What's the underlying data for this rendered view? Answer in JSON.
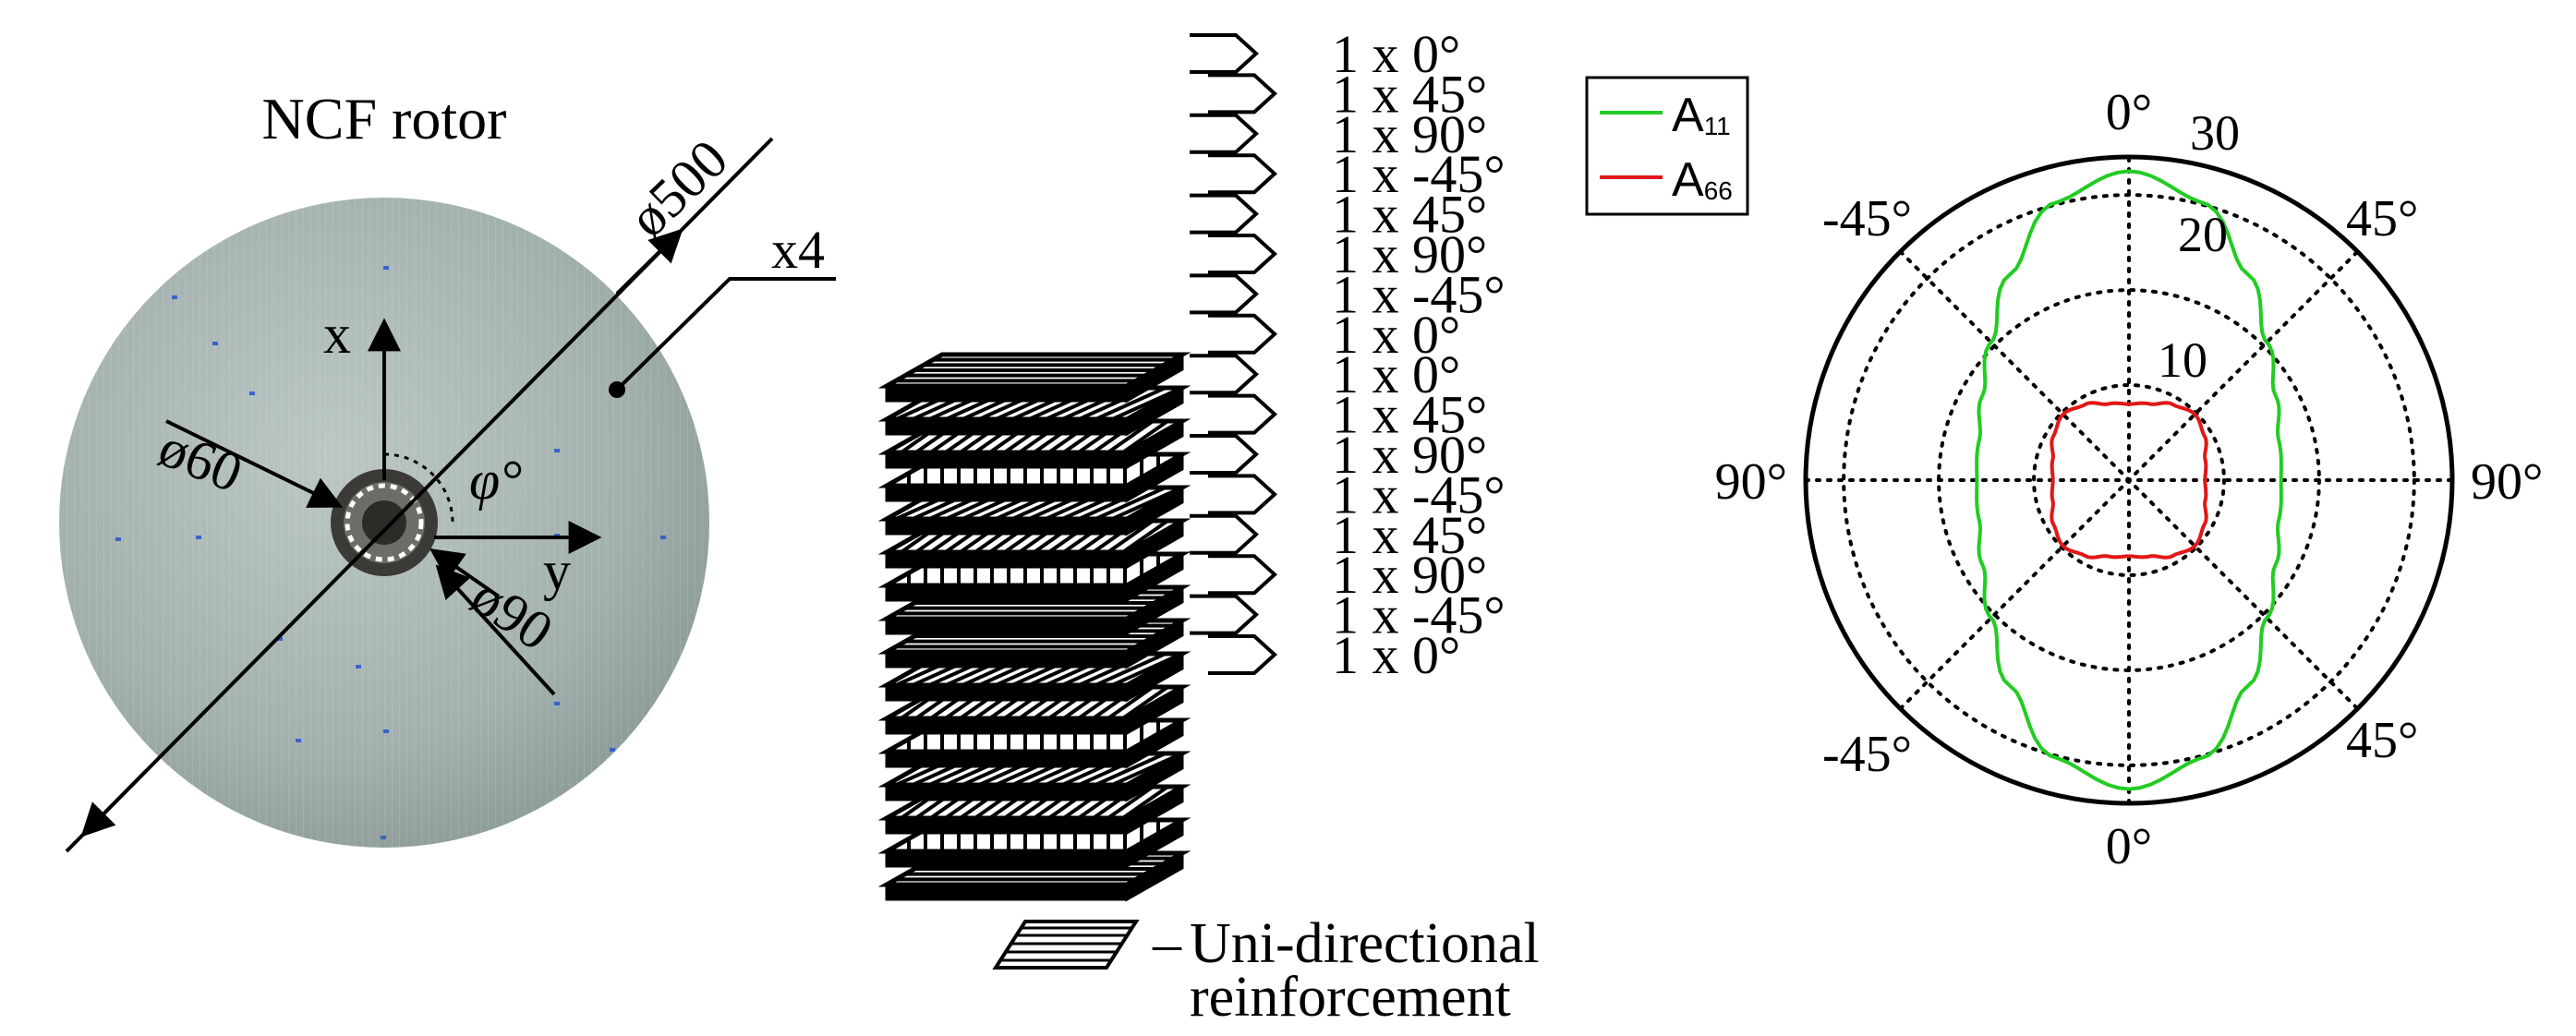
{
  "colors": {
    "ink": "#000000",
    "disc": "#9aa8a5",
    "disc_light": "#b7c3c0",
    "a11": "#22cc22",
    "a66": "#e01818",
    "marker_blue": "#3a63c9"
  },
  "rotor": {
    "title": "NCF rotor",
    "dim_outer": "ø500",
    "dim_inner1": "ø60",
    "dim_inner2": "ø90",
    "count": "x4",
    "axis_x": "x",
    "axis_y": "y",
    "angle": "φ°"
  },
  "layup": {
    "plies": [
      "1 x 0°",
      "1 x 45°",
      "1 x 90°",
      "1 x -45°",
      "1 x 45°",
      "1 x 90°",
      "1 x -45°",
      "1 x 0°",
      "1 x 0°",
      "1 x 45°",
      "1 x 90°",
      "1 x -45°",
      "1 x 45°",
      "1 x 90°",
      "1 x -45°",
      "1 x 0°"
    ],
    "legend_dash": "–",
    "legend_line1": "Uni-directional",
    "legend_line2": "reinforcement"
  },
  "chart_data": {
    "type": "polar",
    "angle_labels": {
      "top": "0°",
      "bottom": "0°",
      "left": "90°",
      "right": "90°",
      "top_left": "-45°",
      "top_right": "45°",
      "bottom_left": "-45°",
      "bottom_right": "45°"
    },
    "r_ticks": [
      "10",
      "20",
      "30"
    ],
    "r_max": 34,
    "grid": true,
    "legend_placement": "top-left",
    "series": [
      {
        "name": "A",
        "subscript": "11",
        "angle_deg": [
          0,
          15,
          30,
          45,
          60,
          75,
          90
        ],
        "r": [
          32.5,
          30.2,
          25.0,
          20.5,
          17.8,
          16.3,
          16.0
        ]
      },
      {
        "name": "A",
        "subscript": "66",
        "angle_deg": [
          0,
          15,
          30,
          45,
          60,
          75,
          90
        ],
        "r": [
          8.0,
          8.3,
          9.2,
          9.8,
          9.2,
          8.3,
          8.0
        ]
      }
    ]
  }
}
